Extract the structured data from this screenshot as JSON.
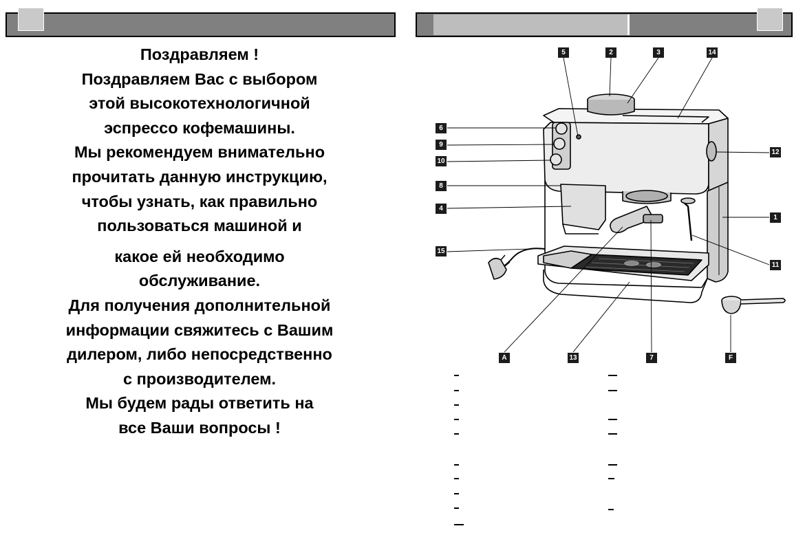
{
  "intro": {
    "lines": [
      "Поздравляем !",
      "Поздравляем Вас с выбором",
      "этой высокотехнологичной",
      "эспрессо кофемашины.",
      "Мы рекомендуем внимательно",
      "прочитать данную инструкцию,",
      "чтобы узнать, как правильно",
      "пользоваться машиной и",
      "какое ей необходимо",
      "обслуживание.",
      "Для получения дополнительной",
      "информации свяжитесь с Вашим",
      "дилером, либо непосредственно",
      "с производителем.",
      "Мы будем рады ответить на",
      "все Ваши вопросы !"
    ]
  },
  "diagram": {
    "labels": {
      "l5": "5",
      "l2": "2",
      "l3": "3",
      "l14": "14",
      "l6": "6",
      "l9": "9",
      "l10": "10",
      "l8": "8",
      "l4": "4",
      "l15": "15",
      "l12": "12",
      "l1": "1",
      "l11": "11",
      "lA": "A",
      "l13": "13",
      "l7": "7",
      "lF": "F"
    }
  },
  "legend_dashes": {
    "left": [
      "–",
      "–",
      "–",
      "–",
      "–",
      "–",
      "–",
      "–",
      "–",
      "—"
    ],
    "right": [
      "—",
      "—",
      "—",
      "—",
      "—",
      "–",
      "–"
    ]
  }
}
